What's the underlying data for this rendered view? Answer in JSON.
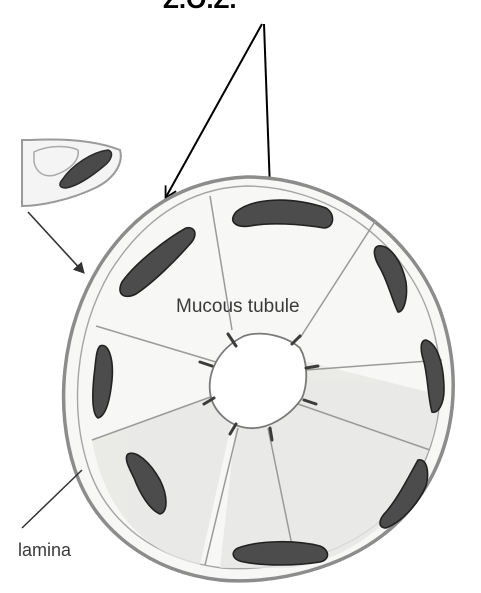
{
  "figure": {
    "top_label": "Z.O.Z.",
    "center_label": "Mucous tubule",
    "bottom_label": "lamina"
  }
}
